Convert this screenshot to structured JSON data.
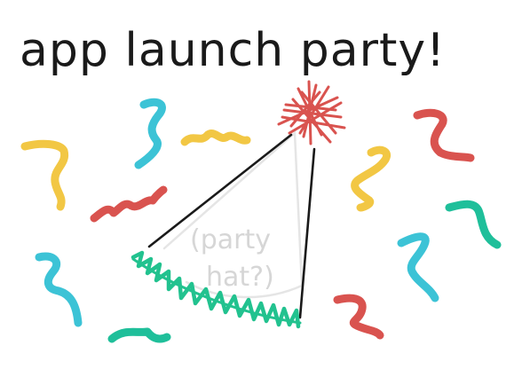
{
  "title": "app launch party!",
  "hat_note": {
    "line1": "(party",
    "line2": "hat?)"
  },
  "colors": {
    "ink": "#1a1a1a",
    "confetti_yellow": "#f2c744",
    "confetti_red": "#d9534f",
    "confetti_blue": "#3cc3d6",
    "confetti_green": "#1fbf9a",
    "pompom": "#d9534f",
    "hat_trim": "#22c28f",
    "note_gray": "#d6d6d6"
  },
  "icons": {
    "hat": "party-hat-icon",
    "pompom": "pompom-icon",
    "confetti": "confetti-squiggle-icon"
  }
}
